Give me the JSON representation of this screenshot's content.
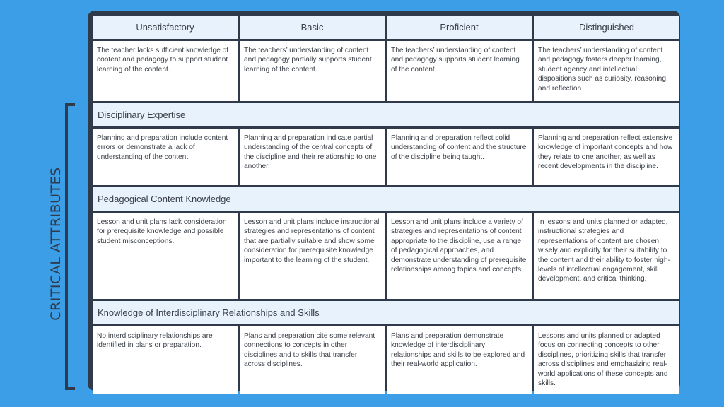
{
  "side_label": "CRITICAL ATTRIBUTES",
  "headers": [
    "Unsatisfactory",
    "Basic",
    "Proficient",
    "Distinguished"
  ],
  "overview": [
    "The teacher lacks sufficient knowledge of content and pedagogy to support student learning of the content.",
    "The teachers’ understanding of content and pedagogy partially supports student learning of the content.",
    "The teachers’ understanding of content and pedagogy supports student learning of the content.",
    "The teachers’ understanding of content and pedagogy fosters deeper learning, student agency and intellectual dispositions such as curiosity, reasoning, and reflection."
  ],
  "sections": [
    {
      "title": "Disciplinary Expertise",
      "cells": [
        "Planning and preparation include content errors or demonstrate a lack of understanding of the content.",
        "Planning and preparation indicate partial understanding of the central concepts of the discipline and their relationship to one another.",
        "Planning and preparation reflect solid understanding of content and the structure of the discipline being taught.",
        "Planning and preparation reflect extensive knowledge of important concepts and how they relate to one another, as well as recent developments in the discipline."
      ]
    },
    {
      "title": "Pedagogical Content Knowledge",
      "cells": [
        "Lesson and unit plans lack consideration for prerequisite knowledge and possible student misconceptions.",
        "Lesson and unit plans include instructional strategies and representations of content that are partially suitable and show some consideration for prerequisite knowledge important to the learning of the student.",
        "Lesson and unit plans include a variety of strategies and representations of content appropriate to the discipline, use a range of pedagogical approaches, and demonstrate understanding of prerequisite relationships among topics and concepts.",
        "In lessons and units planned or adapted, instructional strategies and representations of content are chosen wisely and explicitly for their suitability to the content and their ability to foster high-levels of intellectual engagement, skill development, and critical thinking."
      ]
    },
    {
      "title": "Knowledge of Interdisciplinary Relationships and Skills",
      "cells": [
        "No interdisciplinary relationships are identified in plans or preparation.",
        "Plans and preparation cite some relevant connections to concepts in other disciplines and to skills that transfer across disciplines.",
        "Plans and preparation demonstrate knowledge of interdisciplinary relationships and skills to be explored and their real-world application.",
        "Lessons and units planned or adapted focus on connecting concepts to other disciplines, prioritizing skills that transfer across disciplines and emphasizing real-world applications of these concepts and skills."
      ]
    }
  ]
}
